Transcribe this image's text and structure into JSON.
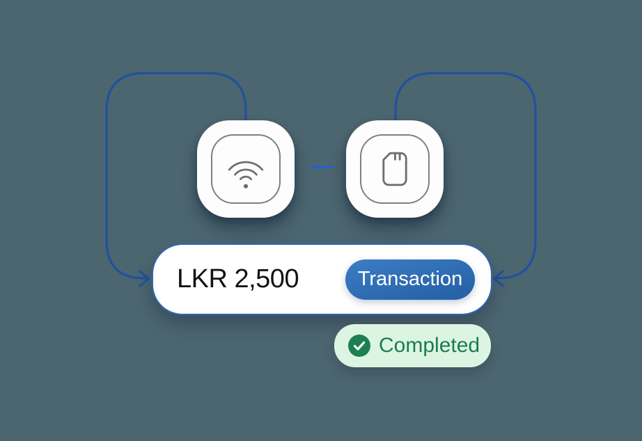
{
  "transaction": {
    "amount": "LKR 2,500",
    "button_label": "Transaction",
    "status_label": "Completed"
  },
  "icons": {
    "left_device": "contactless-wifi-icon",
    "right_device": "sim-card-icon",
    "status": "check-circle-icon"
  },
  "colors": {
    "background": "#4C6670",
    "arrow-blue": "#21519F",
    "dash-blue": "#2A63C0",
    "card-border": "#3068B0",
    "button-blue-top": "#3C7DC6",
    "button-blue-bottom": "#2763A8",
    "button-text": "#FFFFFF",
    "amount-text": "#131313",
    "badge-background": "#DCF5E2",
    "badge-text": "#1B7D4F",
    "check-green": "#1D8054",
    "icon-stroke": "#6E6E6E",
    "device-border": "#7F7F7F",
    "device-fill": "#FDFDFE"
  }
}
